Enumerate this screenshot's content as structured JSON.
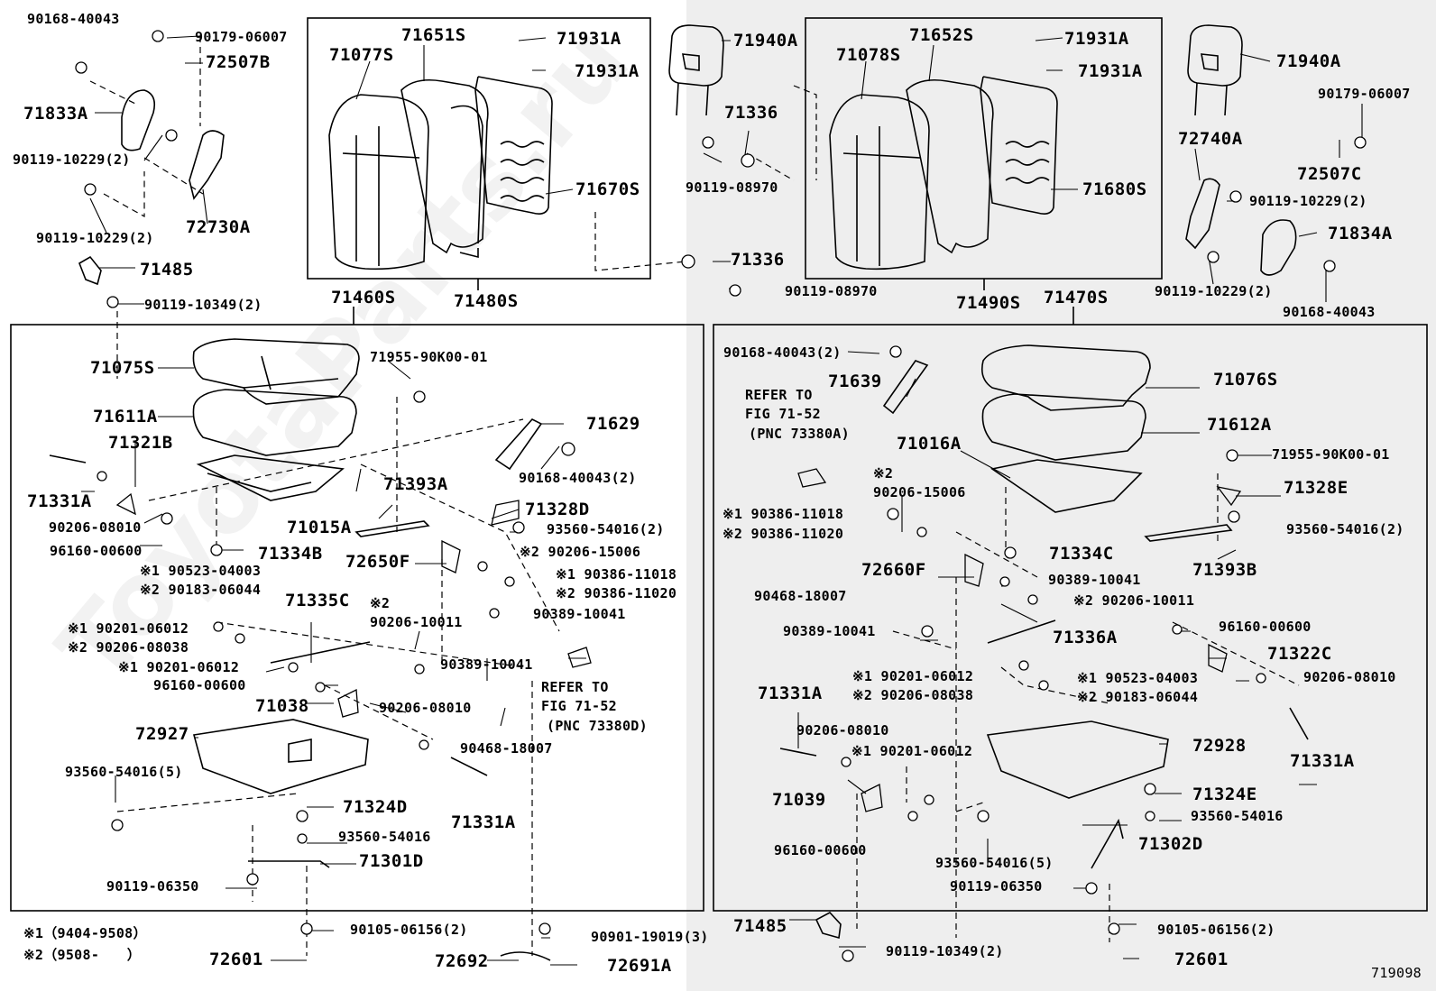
{
  "watermark": "ToyotaParts.ru",
  "diagram_id": "719098",
  "notes": [
    "※1（9404-9508）",
    "※2（9508-　　）"
  ],
  "refer": {
    "left": [
      "REFER TO",
      "FIG 71-52",
      "(PNC 73380D)"
    ],
    "right": [
      "REFER TO",
      "FIG 71-52",
      "(PNC 73380A)"
    ]
  },
  "labels": {
    "p90168_40043_tl": "90168-40043",
    "p90179_06007_tl": "90179-06007",
    "p72507B": "72507B",
    "p71833A": "71833A",
    "p90119_10229_a": "90119-10229(2)",
    "p90119_10229_b": "90119-10229(2)",
    "p72730A": "72730A",
    "p71485_top": "71485",
    "p90119_10349_top": "90119-10349(2)",
    "p71077S": "71077S",
    "p71651S": "71651S",
    "p71931A_l1": "71931A",
    "p71931A_l2": "71931A",
    "p71670S": "71670S",
    "p71460S": "71460S",
    "p71480S": "71480S",
    "p71940A_l": "71940A",
    "p71336_a": "71336",
    "p90119_08970_a": "90119-08970",
    "p71336_b": "71336",
    "p90119_08970_b": "90119-08970",
    "p71078S": "71078S",
    "p71652S": "71652S",
    "p71931A_r1": "71931A",
    "p71931A_r2": "71931A",
    "p71680S": "71680S",
    "p71490S": "71490S",
    "p71470S": "71470S",
    "p71940A_r": "71940A",
    "p90179_06007_tr": "90179-06007",
    "p72740A": "72740A",
    "p72507C": "72507C",
    "p90119_10229_c": "90119-10229(2)",
    "p71834A": "71834A",
    "p90119_10229_d": "90119-10229(2)",
    "p90168_40043_tr": "90168-40043",
    "p71075S": "71075S",
    "p71955_l": "71955-90K00-01",
    "p71611A": "71611A",
    "p71321B": "71321B",
    "p71629": "71629",
    "p71331A_l1": "71331A",
    "p90206_08010_l1": "90206-08010",
    "p71015A": "71015A",
    "p71393A": "71393A",
    "p90168_40043_2l": "90168-40043(2)",
    "p71328D": "71328D",
    "p96160_00600_l1": "96160-00600",
    "p71334B": "71334B",
    "p93560_54016_2l": "93560-54016(2)",
    "p72650F": "72650F",
    "p90206_15006_l": "※2 90206-15006",
    "p90386_11018_l": "※1 90386-11018",
    "p90386_11020_l": "※2 90386-11020",
    "p90523_04003_l": "※1 90523-04003",
    "p90183_06044_l": "※2 90183-06044",
    "p71335C": "71335C",
    "p90389_10041_l1": "90389-10041",
    "p90206_10011_l": "※2",
    "p90206_10011_l_num": "90206-10011",
    "p90201_06012_l1": "※1 90201-06012",
    "p90206_08038_l": "※2 90206-08038",
    "p90201_06012_l2": "※1 90201-06012",
    "p90389_10041_l2": "90389-10041",
    "p96160_00600_l2": "96160-00600",
    "p71038": "71038",
    "p90206_08010_l2": "90206-08010",
    "p90468_18007_l": "90468-18007",
    "p72927": "72927",
    "p93560_54016_5l": "93560-54016(5)",
    "p71324D": "71324D",
    "p93560_54016_l": "93560-54016",
    "p71331A_l2": "71331A",
    "p71301D": "71301D",
    "p90119_06350_l": "90119-06350",
    "p90105_06156_l": "90105-06156(2)",
    "p90901_19019": "90901-19019(3)",
    "p72601_l": "72601",
    "p72692": "72692",
    "p72691A": "72691A",
    "p90168_40043_2r": "90168-40043(2)",
    "p71639": "71639",
    "p71076S": "71076S",
    "p71612A": "71612A",
    "p71016A": "71016A",
    "p71955_r": "71955-90K00-01",
    "p90206_15006_r": "※2",
    "p90206_15006_r_num": "90206-15006",
    "p71328E": "71328E",
    "p90386_11018_r": "※1 90386-11018",
    "p90386_11020_r": "※2 90386-11020",
    "p93560_54016_2r": "93560-54016(2)",
    "p71334C": "71334C",
    "p71393B": "71393B",
    "p72660F": "72660F",
    "p90389_10041_r1": "90389-10041",
    "p90468_18007_r": "90468-18007",
    "p90206_10011_r": "※2 90206-10011",
    "p90389_10041_r2": "90389-10041",
    "p96160_00600_r1": "96160-00600",
    "p71336A": "71336A",
    "p71322C": "71322C",
    "p71331A_r1": "71331A",
    "p90201_06012_r1": "※1 90201-06012",
    "p90206_08038_r": "※2 90206-08038",
    "p90523_04003_r": "※1 90523-04003",
    "p90183_06044_r": "※2 90183-06044",
    "p90206_08010_r1": "90206-08010",
    "p90206_08010_r2": "90206-08010",
    "p90201_06012_r2": "※1 90201-06012",
    "p72928": "72928",
    "p71331A_r2": "71331A",
    "p71324E": "71324E",
    "p71039": "71039",
    "p93560_54016_r": "93560-54016",
    "p96160_00600_r2": "96160-00600",
    "p93560_54016_5r": "93560-54016(5)",
    "p71302D": "71302D",
    "p90119_06350_r": "90119-06350",
    "p71485_bot": "71485",
    "p90105_06156_r": "90105-06156(2)",
    "p90119_10349_bot": "90119-10349(2)",
    "p72601_r": "72601"
  }
}
